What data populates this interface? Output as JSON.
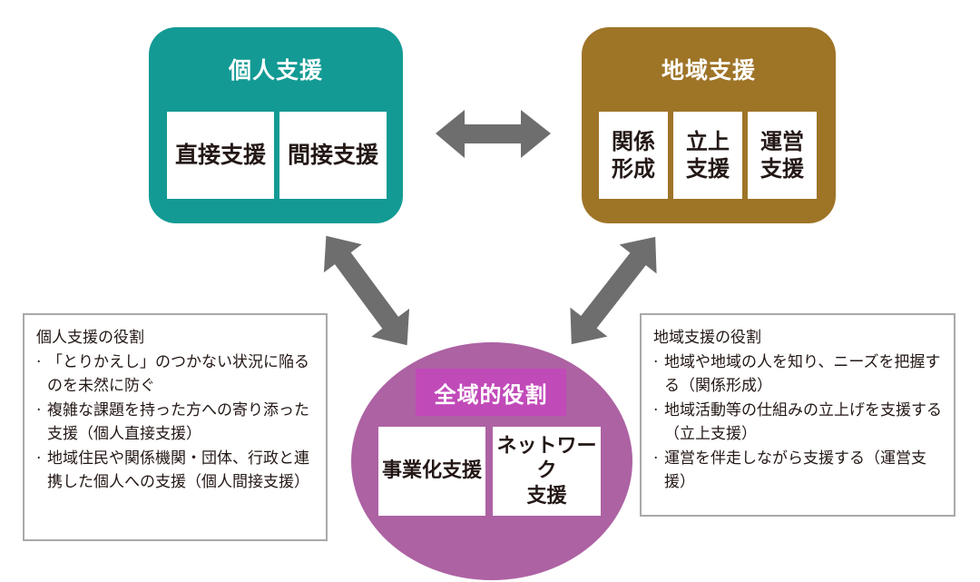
{
  "diagram": {
    "personal_support": {
      "title": "個人支援",
      "items": [
        "直接支援",
        "間接支援"
      ],
      "color": "#139a94"
    },
    "regional_support": {
      "title": "地域支援",
      "items": [
        "関係\n形成",
        "立上\n支援",
        "運営\n支援"
      ],
      "color": "#9e7427"
    },
    "global_role": {
      "title": "全域的役割",
      "items": [
        "事業化支援",
        "ネットワーク\n支援"
      ],
      "color": "#ad62a3",
      "title_color": "#c14ab9"
    },
    "arrow_color": "#6e6e6e",
    "connections": [
      {
        "from": "個人支援",
        "to": "地域支援",
        "type": "bidirectional"
      },
      {
        "from": "個人支援",
        "to": "全域的役割",
        "type": "bidirectional"
      },
      {
        "from": "地域支援",
        "to": "全域的役割",
        "type": "bidirectional"
      }
    ],
    "personal_role_box": {
      "title": "個人支援の役割",
      "bullets": [
        "「とりかえし」のつかない状況に陥るのを未然に防ぐ",
        "複雑な課題を持った方への寄り添った支援（個人直接支援）",
        "地域住民や関係機関・団体、行政と連携した個人への支援（個人間接支援）"
      ]
    },
    "regional_role_box": {
      "title": "地域支援の役割",
      "bullets": [
        "地域や地域の人を知り、ニーズを把握する（関係形成）",
        "地域活動等の仕組みの立上げを支援する（立上支援）",
        "運営を伴走しながら支援する（運営支援）"
      ]
    }
  }
}
